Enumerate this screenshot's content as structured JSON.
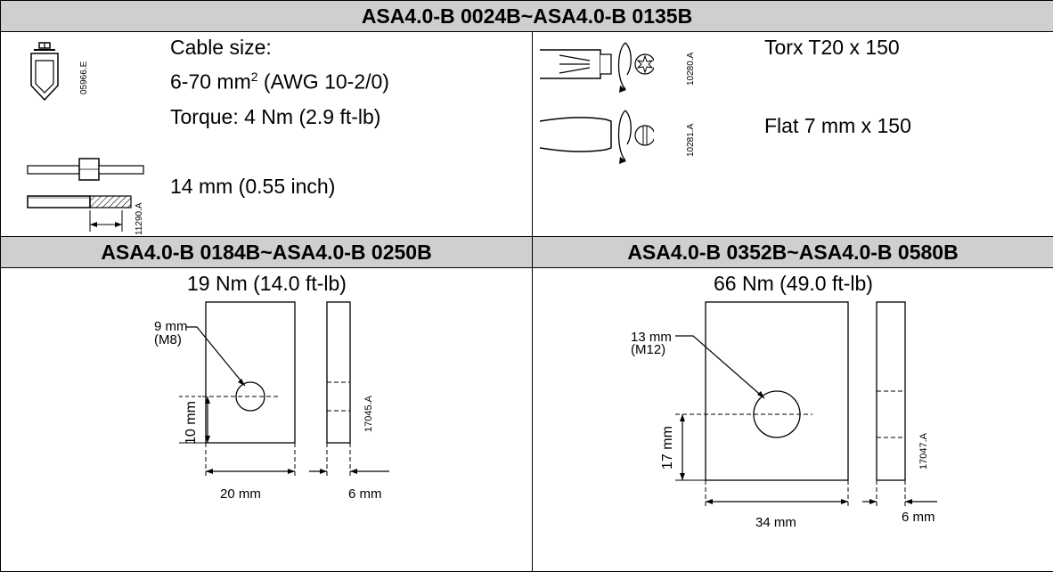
{
  "header_top": "ASA4.0-B 0024B~ASA4.0-B 0135B",
  "cable": {
    "size_label": "Cable size:",
    "size_value_pre": "6-70 mm",
    "size_sup": "2",
    "size_value_post": " (AWG 10-2/0)",
    "torque": "Torque: 4 Nm (2.9 ft-lb)",
    "strip": "14 mm (0.55 inch)",
    "fig_ref_1": "05966.E",
    "fig_ref_2": "11290.A"
  },
  "tools": {
    "torx": "Torx T20 x 150",
    "flat": "Flat 7 mm x 150",
    "fig_ref_torx": "10280.A",
    "fig_ref_flat": "10281.A"
  },
  "header_left": "ASA4.0-B 0184B~ASA4.0-B 0250B",
  "header_right": "ASA4.0-B 0352B~ASA4.0-B 0580B",
  "left_bar": {
    "torque": "19 Nm (14.0 ft-lb)",
    "hole": "9 mm",
    "bolt": "(M8)",
    "height": "10 mm",
    "width": "20 mm",
    "thickness": "6 mm",
    "fig_ref": "17045.A"
  },
  "right_bar": {
    "torque": "66 Nm (49.0 ft-lb)",
    "hole": "13 mm",
    "bolt": "(M12)",
    "height": "17 mm",
    "width": "34 mm",
    "thickness": "6 mm",
    "fig_ref": "17047.A"
  }
}
